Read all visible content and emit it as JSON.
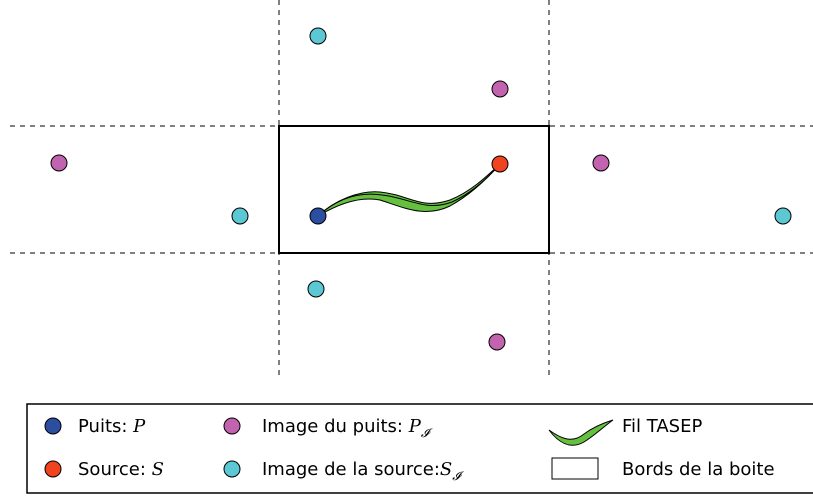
{
  "colors": {
    "sink": "#2b4ea0",
    "source": "#f04420",
    "sink_image": "#c263b0",
    "source_image": "#5cc8d4",
    "fiber": "#66c040"
  },
  "legend": {
    "sink_label": "Puits: ",
    "sink_symbol": "P",
    "sink_image_label": "Image du puits: ",
    "sink_image_symbol": "P",
    "sink_image_subscript": "𝓘",
    "fiber_label": "Fil TASEP",
    "source_label": "Source: ",
    "source_symbol": "S",
    "source_image_label": "Image de la source:",
    "source_image_symbol": "S",
    "source_image_subscript": "𝓘",
    "box_label": "Bords de la boite"
  }
}
